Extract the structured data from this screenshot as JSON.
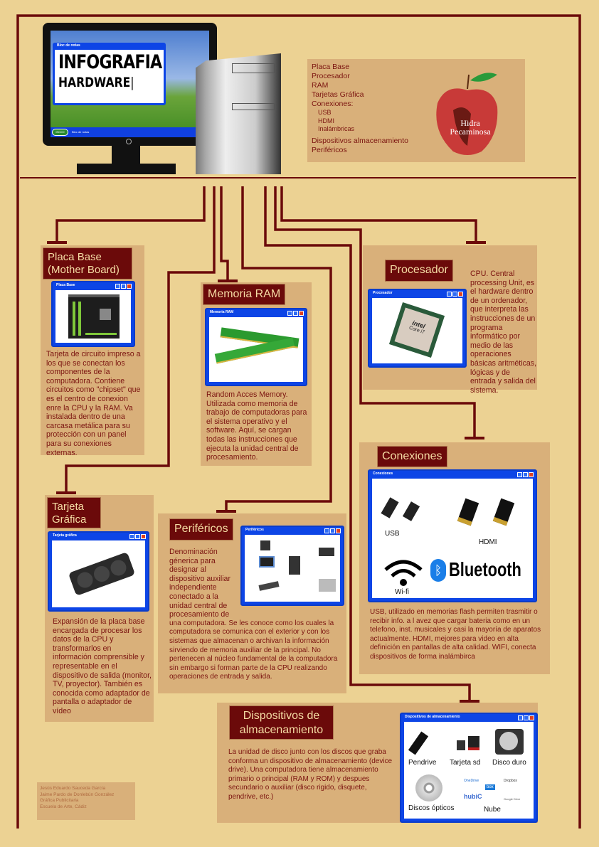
{
  "monitor": {
    "window_title": "Bloc de notas",
    "title_line1": "INFOGRAFIA",
    "title_line2": "HARDWARE",
    "start_button": "INICIO",
    "taskbar_item": "Bloc de notas"
  },
  "index": {
    "items": [
      "Placa Base",
      "Procesador",
      "RAM",
      "Tarjetas Gráfica",
      "Conexiones:"
    ],
    "sub_items": [
      "USB",
      "HDMI",
      "Inalámbricas"
    ],
    "items2": [
      "Dispositivos almacenamiento",
      "Periféricos"
    ],
    "logo_text": "Hidra Pecaminosa"
  },
  "placa_base": {
    "title": "Placa Base (Mother Board)",
    "window_title": "Placa Base",
    "text": "Tarjeta de circuito impreso a los que se conectan los componentes de la computadora. Contiene circuitos como \"chipset\" que es el centro de conexion enre la CPU y la RAM. Va instalada dentro de una carcasa metálica para su protección con un panel para su conexiones externas."
  },
  "ram": {
    "title": "Memoria RAM",
    "window_title": "Memoria RAM",
    "text": "Random Acces Memory. Utilizada como memoria de trabajo de computadoras para el sistema operativo y el software. Aquí, se cargan todas las instrucciones que ejecuta la unidad central de procesamiento."
  },
  "procesador": {
    "title": "Procesador",
    "window_title": "Procesador",
    "chip_brand": "intel",
    "chip_model": "Core i7",
    "text": "CPU. Central processing Unit, es el hardware dentro de un ordenador, que interpreta las instrucciones de un programa informático por medio de las operaciones básicas aritméticas, lógicas y de entrada y salida del sistema."
  },
  "conexiones": {
    "title": "Conexiones",
    "window_title": "Conexiones",
    "labels": {
      "usb": "USB",
      "hdmi": "HDMI",
      "wifi": "Wi-fi",
      "bluetooth": "Bluetooth"
    },
    "text": "USB, utilizado en memorias flash permiten trasmitir o recibir info. a l avez que cargar bateria como en un telefono, inst. musicales y casi la mayoría de aparatos actualmente. HDMI, mejores para video  en alta definición en pantallas de alta calidad.  WIFI, conecta dispositivos de forma inalámbirca"
  },
  "tarjeta": {
    "title": "Tarjeta Gráfica",
    "window_title": "Tarjeta gráfica",
    "text": "Expansión de la placa base encargada de procesar los datos de la CPU y transformarlos en información comprensible y representable en el dispositivo de salida (monitor, TV, proyector). También es conocida como adaptador de pantalla o adaptador de vídeo"
  },
  "perifericos": {
    "title": "Periféricos",
    "window_title": "Periféricos",
    "text_narrow": "Denominación génerica para designar al dispositivo auxiliar independiente conectado a la unidad central de procesamiento de",
    "text_wide": "una computadora. Se les conoce como los cuales la computadora se comunica con el exterior y con los sistemas que almacenan o archivan la información sirviendo de memoria auxiliar de la principal. No pertenecen al núcleo fundamental de la computadora sin embargo si forman parte de la CPU realizando operaciones de entrada y salida."
  },
  "almacenamiento": {
    "title": "Dispositivos de almacenamiento",
    "window_title": "Dispositivos de almacenamiento",
    "labels": {
      "pendrive": "Pendrive",
      "sd": "Tarjeta sd",
      "hdd": "Disco duro",
      "optical": "Discos ópticos",
      "cloud": "Nube"
    },
    "cloud_services": [
      "OneDrive",
      "Dropbox",
      "box",
      "hubiC",
      "Google Drive"
    ],
    "text": "La unidad de disco junto  con los discos que graba conforma un dispositivo de almacenamiento (device drive). Una computadora tiene almacenamiento primario o principal (RAM y ROM) y despues secundario o auxiliar (disco rigido, disquete, pendrive, etc.)"
  },
  "credits": [
    "Jesús Eduardo Sauceda García",
    "Jaime Pardo de Donlebún González",
    "Gráfica Publicitaria",
    "Escuela de Arte, Cádiz"
  ],
  "colors": {
    "background": "#ecd293",
    "panel": "#d9b07a",
    "accent": "#6b0a0a",
    "text": "#7b1410",
    "window": "#0d45e6"
  }
}
